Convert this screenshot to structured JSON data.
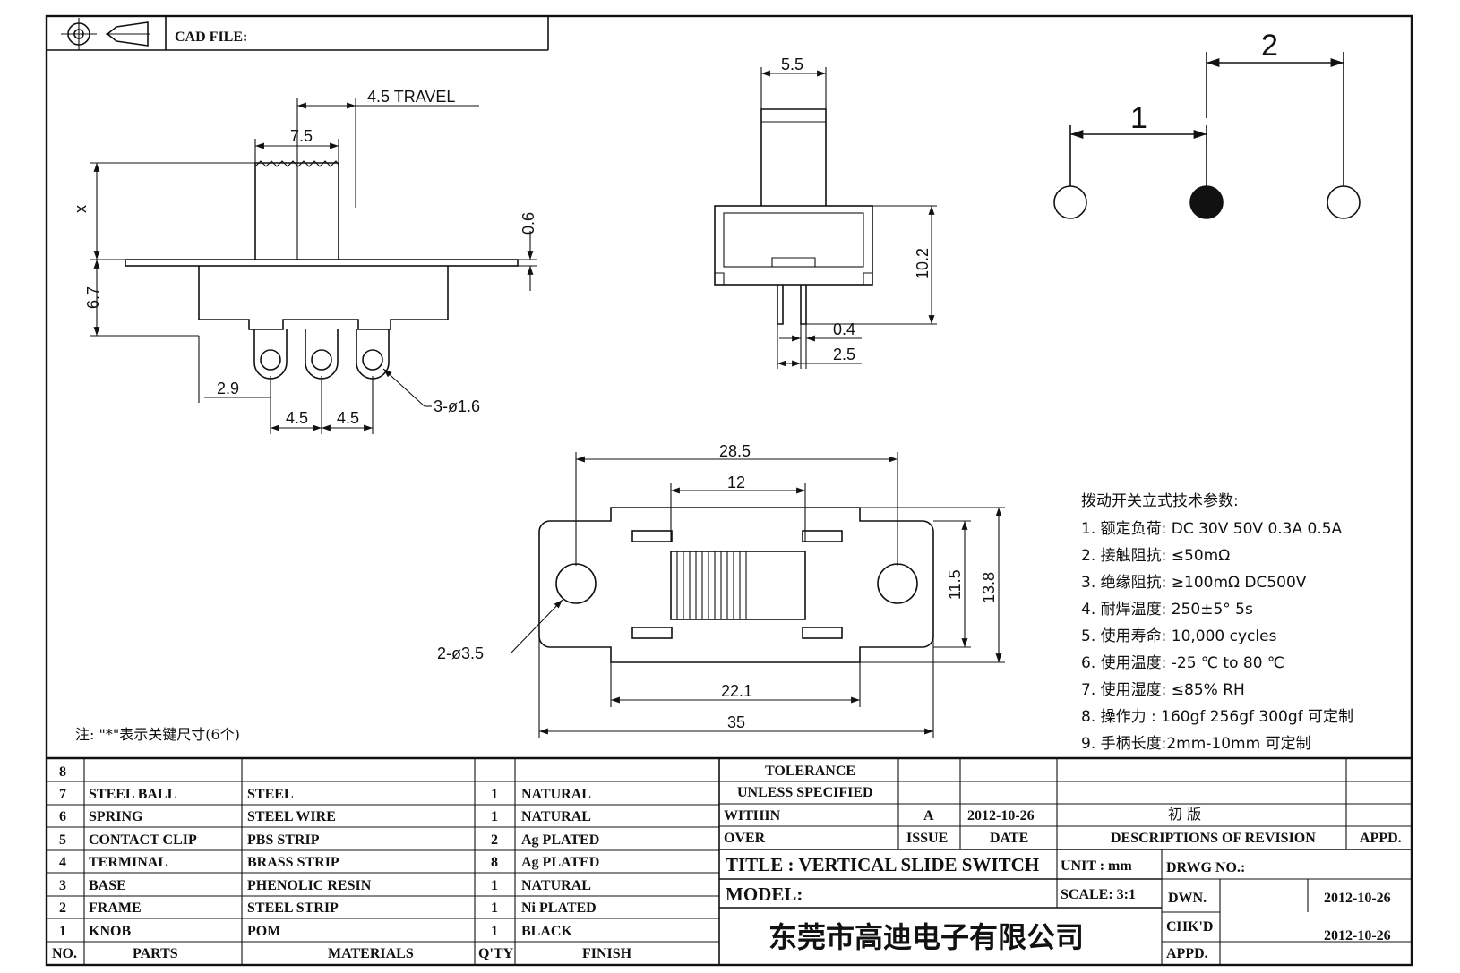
{
  "header": {
    "cad_file": "CAD FILE:"
  },
  "dims": {
    "front": {
      "travel": "4.5 TRAVEL",
      "knob_width": "7.5",
      "knob_height": "x",
      "flange": "0.6",
      "body_height": "6.7",
      "edge": "2.9",
      "pitch1": "4.5",
      "pitch2": "4.5",
      "holes": "3-ø1.6"
    },
    "side": {
      "knob": "5.5",
      "height": "10.2",
      "pin": "0.4",
      "pin_gap": "2.5"
    },
    "bottom": {
      "mount_pitch": "28.5",
      "slot": "12",
      "inner_h": "11.5",
      "outer_h": "13.8",
      "mount_holes": "2-ø3.5",
      "body_w": "22.1",
      "overall": "35"
    },
    "schematic": {
      "pos1": "1",
      "pos2": "2"
    }
  },
  "specs": {
    "title": "拨动开关立式技术参数:",
    "items": [
      "1.  额定负荷: DC 30V    50V    0.3A    0.5A",
      "2.  接触阻抗:  ≤50mΩ",
      "3.  绝缘阻抗:  ≥100mΩ   DC500V",
      "4.  耐焊温度: 250±5°  5s",
      "5.  使用寿命: 10,000 cycles",
      "6.  使用温度: -25 ℃  to 80 ℃",
      "7.  使用湿度:  ≤85% RH",
      "8.  操作力 : 160gf   256gf   300gf  可定制",
      "9.  手柄长度:2mm-10mm   可定制"
    ]
  },
  "note": "注: \"*\"表示关键尺寸(6个)",
  "bom": {
    "headers": {
      "no": "NO.",
      "parts": "PARTS",
      "materials": "MATERIALS",
      "qty": "Q'TY",
      "finish": "FINISH"
    },
    "rows": [
      {
        "no": "8",
        "part": "",
        "material": "",
        "qty": "",
        "finish": ""
      },
      {
        "no": "7",
        "part": "STEEL BALL",
        "material": "STEEL",
        "qty": "1",
        "finish": "NATURAL"
      },
      {
        "no": "6",
        "part": "SPRING",
        "material": "STEEL WIRE",
        "qty": "1",
        "finish": "NATURAL"
      },
      {
        "no": "5",
        "part": "CONTACT CLIP",
        "material": "PBS STRIP",
        "qty": "2",
        "finish": "Ag PLATED"
      },
      {
        "no": "4",
        "part": "TERMINAL",
        "material": "BRASS STRIP",
        "qty": "8",
        "finish": "Ag PLATED"
      },
      {
        "no": "3",
        "part": "BASE",
        "material": "PHENOLIC RESIN",
        "qty": "1",
        "finish": "NATURAL"
      },
      {
        "no": "2",
        "part": "FRAME",
        "material": "STEEL STRIP",
        "qty": "1",
        "finish": "Ni PLATED"
      },
      {
        "no": "1",
        "part": "KNOB",
        "material": "POM",
        "qty": "1",
        "finish": "BLACK"
      }
    ]
  },
  "titleblock": {
    "tolerance": "TOLERANCE",
    "unless": "UNLESS   SPECIFIED",
    "within": "WITHIN",
    "over": "OVER",
    "issue_value": "A",
    "date_value": "2012-10-26",
    "revision_value": "初  版",
    "issue_label": "ISSUE",
    "date_label": "DATE",
    "desc_label": "DESCRIPTIONS  OF  REVISION",
    "appd_label": "APPD.",
    "title": "TITLE :   VERTICAL  SLIDE  SWITCH",
    "unit": "UNIT :   mm",
    "drwg": "DRWG NO.:",
    "model": "MODEL:",
    "scale": "SCALE:   3:1",
    "dwn_label": "DWN.",
    "dwn_date": "2012-10-26",
    "chkd_label": "CHK'D",
    "chkd_date": "2012-10-26",
    "appd2_label": "APPD.",
    "company": "东莞市高迪电子有限公司"
  }
}
